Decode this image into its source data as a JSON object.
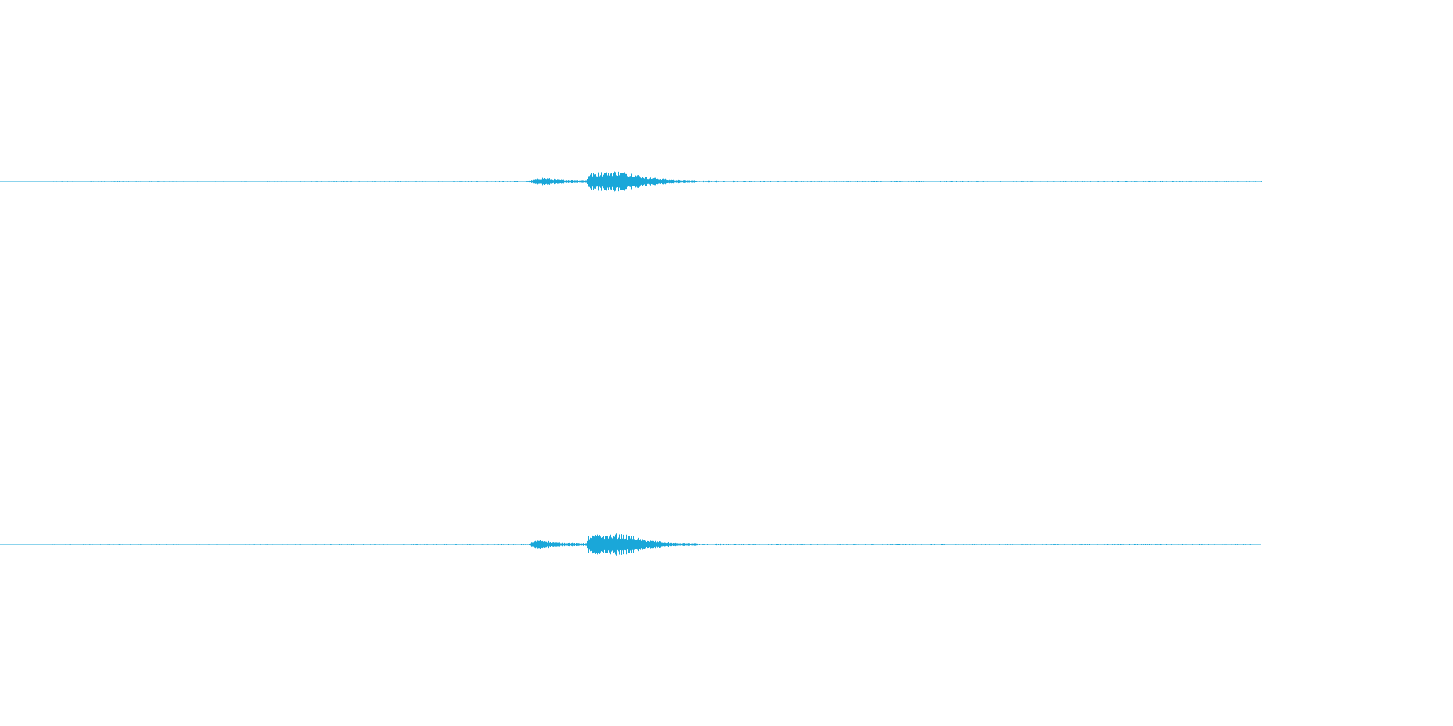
{
  "chart_data": {
    "type": "area",
    "description_channels": 2,
    "color": "#1aa7d9",
    "background": "#ffffff",
    "duration_fraction_shown": 0.87,
    "amplitude_range": [
      -1,
      1
    ],
    "grid": false,
    "legend": "none",
    "series": [
      {
        "channel": 1,
        "envelope": [
          {
            "t": 0.0,
            "amp": 0.001
          },
          {
            "t": 0.02,
            "amp": 0.003
          },
          {
            "t": 0.08,
            "amp": 0.004
          },
          {
            "t": 0.15,
            "amp": 0.003
          },
          {
            "t": 0.23,
            "amp": 0.004
          },
          {
            "t": 0.3,
            "amp": 0.004
          },
          {
            "t": 0.36,
            "amp": 0.005
          },
          {
            "t": 0.37,
            "amp": 0.022
          },
          {
            "t": 0.38,
            "amp": 0.012
          },
          {
            "t": 0.4,
            "amp": 0.008
          },
          {
            "t": 0.401,
            "amp": 0.045
          },
          {
            "t": 0.41,
            "amp": 0.055
          },
          {
            "t": 0.42,
            "amp": 0.06
          },
          {
            "t": 0.43,
            "amp": 0.05
          },
          {
            "t": 0.44,
            "amp": 0.025
          },
          {
            "t": 0.46,
            "amp": 0.01
          },
          {
            "t": 0.48,
            "amp": 0.006
          },
          {
            "t": 0.52,
            "amp": 0.005
          },
          {
            "t": 0.56,
            "amp": 0.004
          },
          {
            "t": 0.62,
            "amp": 0.005
          },
          {
            "t": 0.7,
            "amp": 0.004
          },
          {
            "t": 0.78,
            "amp": 0.005
          },
          {
            "t": 0.86,
            "amp": 0.004
          }
        ]
      },
      {
        "channel": 2,
        "envelope": [
          {
            "t": 0.0,
            "amp": 0.001
          },
          {
            "t": 0.02,
            "amp": 0.003
          },
          {
            "t": 0.08,
            "amp": 0.004
          },
          {
            "t": 0.15,
            "amp": 0.003
          },
          {
            "t": 0.23,
            "amp": 0.004
          },
          {
            "t": 0.3,
            "amp": 0.004
          },
          {
            "t": 0.36,
            "amp": 0.005
          },
          {
            "t": 0.367,
            "amp": 0.028
          },
          {
            "t": 0.38,
            "amp": 0.012
          },
          {
            "t": 0.4,
            "amp": 0.008
          },
          {
            "t": 0.401,
            "amp": 0.05
          },
          {
            "t": 0.41,
            "amp": 0.058
          },
          {
            "t": 0.42,
            "amp": 0.062
          },
          {
            "t": 0.43,
            "amp": 0.052
          },
          {
            "t": 0.44,
            "amp": 0.025
          },
          {
            "t": 0.46,
            "amp": 0.01
          },
          {
            "t": 0.48,
            "amp": 0.006
          },
          {
            "t": 0.52,
            "amp": 0.005
          },
          {
            "t": 0.56,
            "amp": 0.004
          },
          {
            "t": 0.62,
            "amp": 0.005
          },
          {
            "t": 0.7,
            "amp": 0.004
          },
          {
            "t": 0.78,
            "amp": 0.005
          },
          {
            "t": 0.86,
            "amp": 0.004
          }
        ]
      }
    ]
  }
}
